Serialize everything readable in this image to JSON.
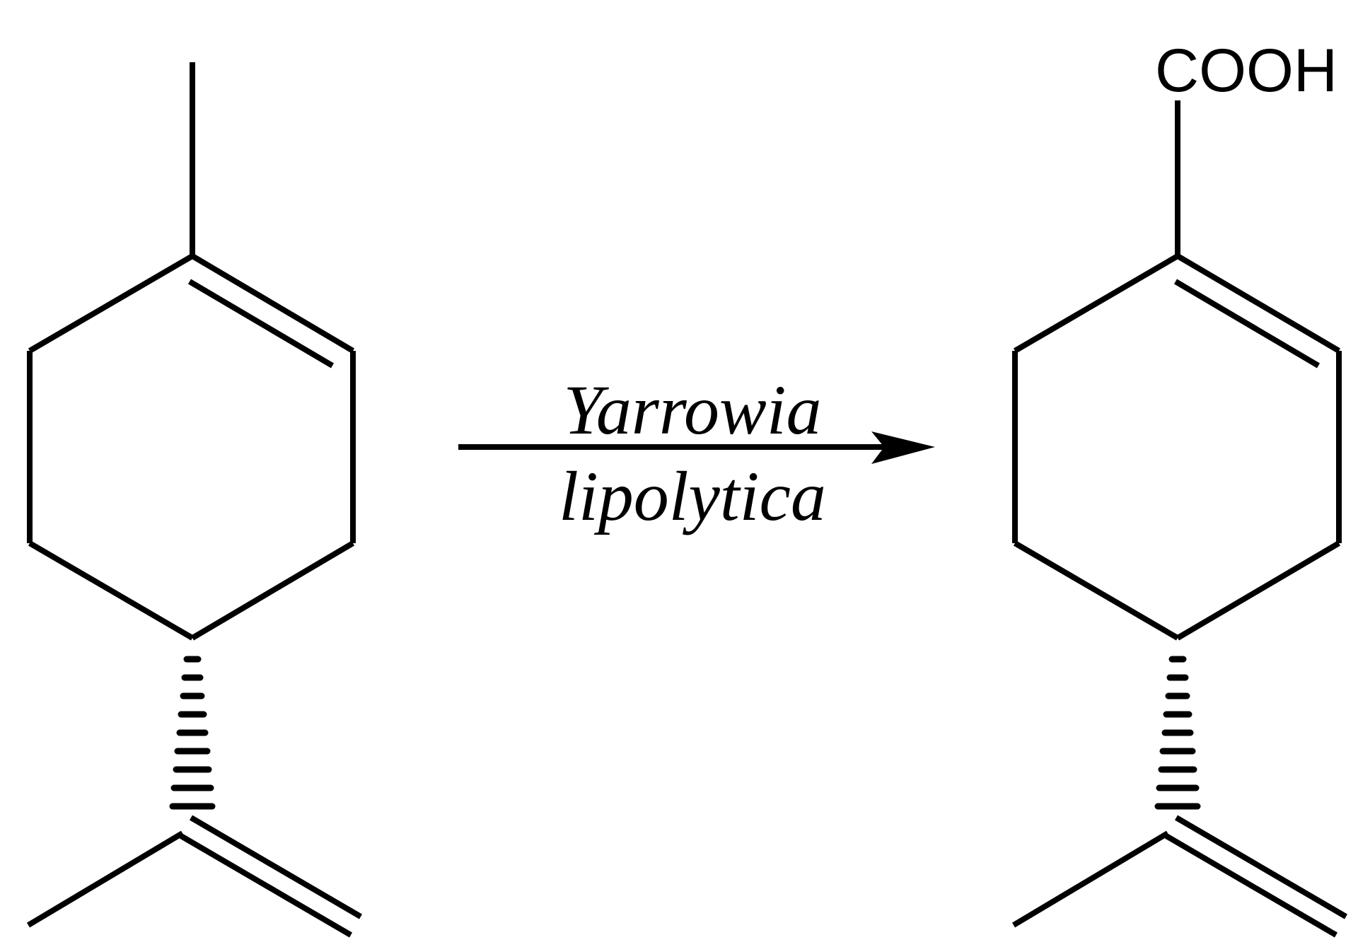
{
  "scheme": {
    "reactant": {
      "name_visible": ""
    },
    "reagent": {
      "line1": "Yarrowia",
      "line2": "lipolytica"
    },
    "product": {
      "substituent_label": "COOH"
    }
  }
}
